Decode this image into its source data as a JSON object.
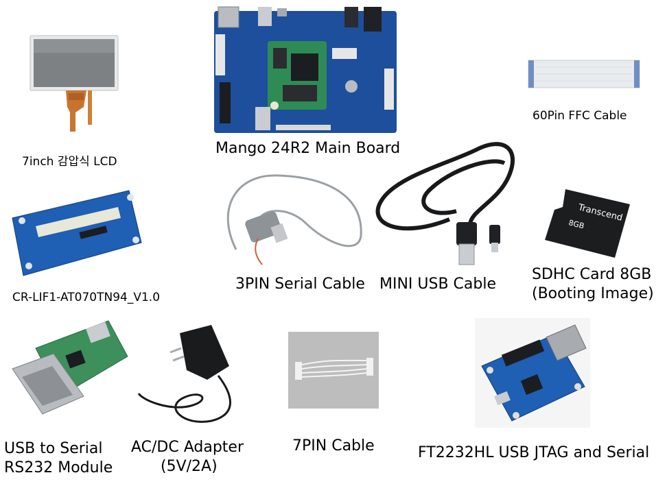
{
  "items": {
    "main_board": {
      "label": "Mango 24R2 Main Board"
    },
    "lcd": {
      "label": "7inch 감압식 LCD"
    },
    "ffc": {
      "label": "60Pin FFC Cable"
    },
    "lif": {
      "label": "CR-LIF1-AT070TN94_V1.0"
    },
    "serial_cable": {
      "label": "3PIN Serial Cable"
    },
    "usb_cable": {
      "label": "MINI USB Cable"
    },
    "sdhc": {
      "label_line1": "SDHC Card 8GB",
      "label_line2": "(Booting Image)",
      "card_text": "Transcend",
      "card_size": "8GB"
    },
    "usb_serial": {
      "label_line1": "USB to Serial",
      "label_line2": "RS232 Module"
    },
    "adapter": {
      "label_line1": "AC/DC Adapter",
      "label_line2": "(5V/2A)"
    },
    "pin7": {
      "label": "7PIN Cable"
    },
    "jtag": {
      "label": "FT2232HL USB JTAG and Serial"
    }
  },
  "colors": {
    "pcb_blue": "#1d4f9c",
    "pcb_green": "#2f8b55",
    "lcd_gray": "#767a7c",
    "cable_gray": "#9aa0a4"
  }
}
